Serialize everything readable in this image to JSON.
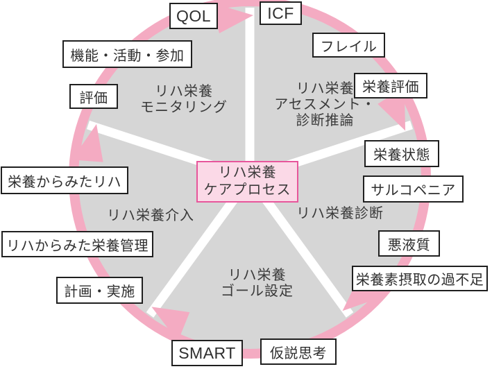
{
  "diagram": {
    "name": "rehabilitation-nutrition-care-process-cycle",
    "cycle_direction": "clockwise",
    "colors": {
      "wedge_gray": "#d6d6d6",
      "arrow_pink": "#f4abc2",
      "center_fill": "#fbd9e7",
      "center_border": "#e7569b",
      "box_fill": "#ffffff",
      "box_border": "#1f1f1f",
      "text": "#2e2e2e"
    },
    "center_box": {
      "label": "リハ栄養\nケアプロセス"
    },
    "segments": [
      {
        "id": "monitoring",
        "label": "リハ栄養\nモニタリング"
      },
      {
        "id": "assessment",
        "label": "リハ栄養\nアセスメント・\n診断推論"
      },
      {
        "id": "diagnosis",
        "label": "リハ栄養診断"
      },
      {
        "id": "goal-setting",
        "label": "リハ栄養\nゴール設定"
      },
      {
        "id": "intervention",
        "label": "リハ栄養介入"
      }
    ],
    "callouts": [
      {
        "id": "qol",
        "label": "QOL"
      },
      {
        "id": "icf",
        "label": "ICF"
      },
      {
        "id": "frailty",
        "label": "フレイル"
      },
      {
        "id": "nutrition-assessment",
        "label": "栄養評価"
      },
      {
        "id": "nutrition-status",
        "label": "栄養状態"
      },
      {
        "id": "sarcopenia",
        "label": "サルコペニア"
      },
      {
        "id": "cachexia",
        "label": "悪液質"
      },
      {
        "id": "nutrient-intake-imbalance",
        "label": "栄養素摂取の過不足"
      },
      {
        "id": "hypothesis-thinking",
        "label": "仮説思考"
      },
      {
        "id": "smart",
        "label": "SMART"
      },
      {
        "id": "plan-implementation",
        "label": "計画・実施"
      },
      {
        "id": "nutrition-mgmt-from-rehab",
        "label": "リハからみた栄養管理"
      },
      {
        "id": "rehab-from-nutrition",
        "label": "栄養からみたリハ"
      },
      {
        "id": "evaluation",
        "label": "評価"
      },
      {
        "id": "function-activity-participation",
        "label": "機能・活動・参加"
      }
    ]
  }
}
